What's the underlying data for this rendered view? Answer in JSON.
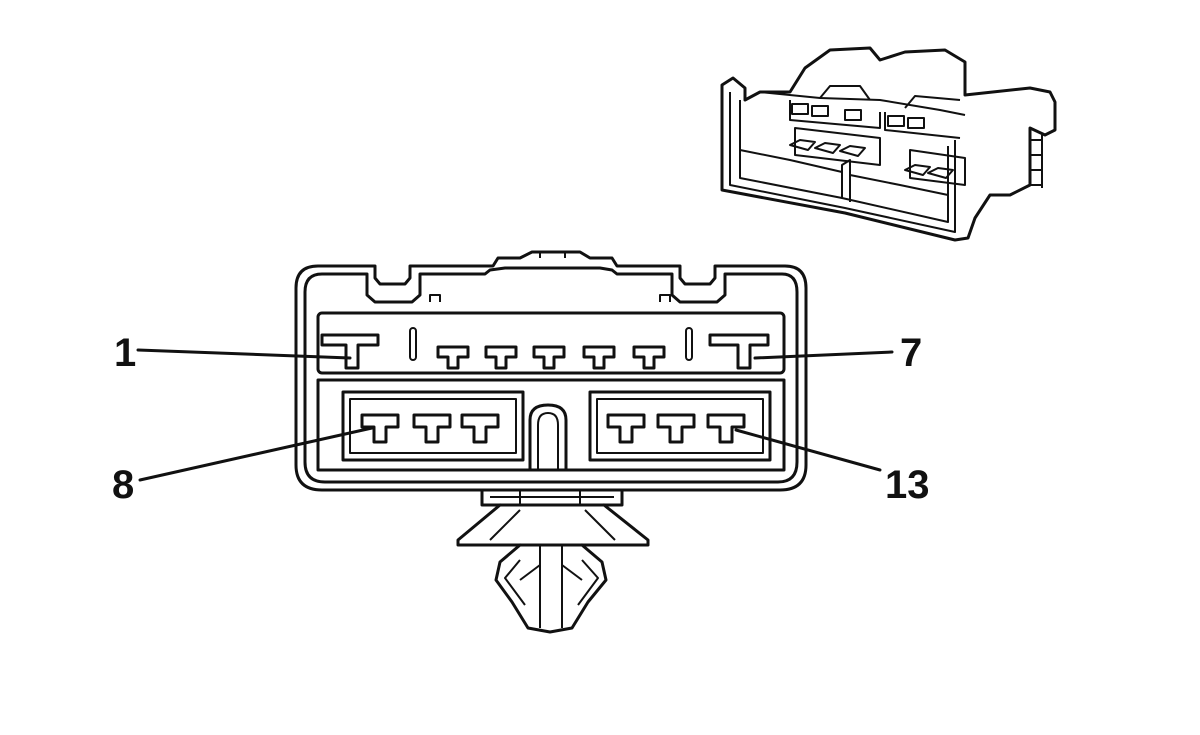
{
  "pin_labels": {
    "pin1": "1",
    "pin7": "7",
    "pin8": "8",
    "pin13": "13"
  },
  "colors": {
    "stroke": "#111111",
    "background": "#ffffff"
  }
}
